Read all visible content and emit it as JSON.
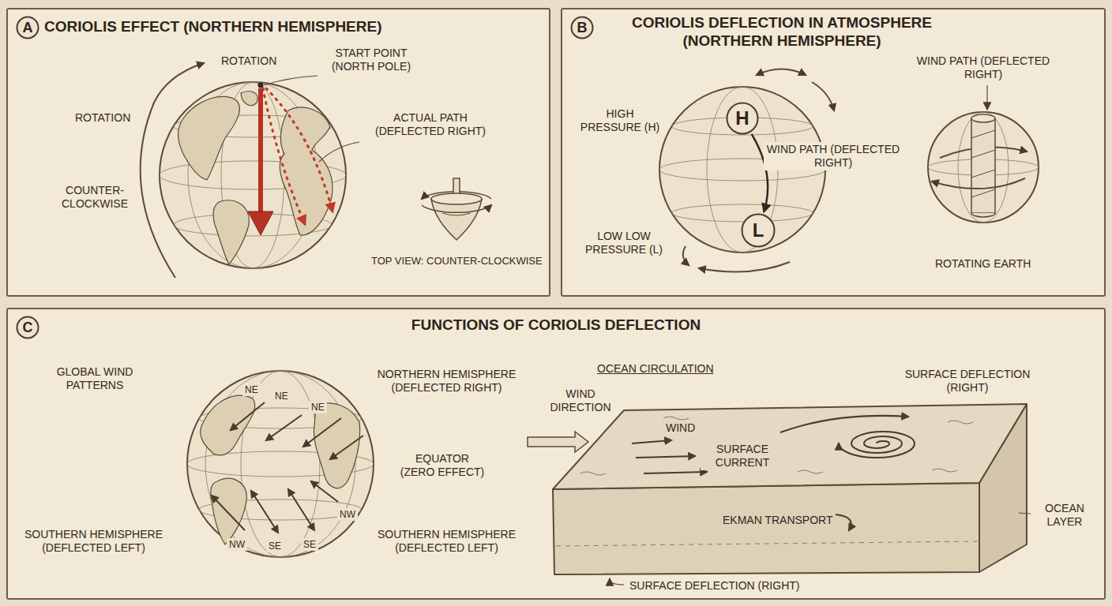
{
  "diagram": {
    "nodes": [
      {
        "text": [
          "CORIOLIS EFFECT (NORTHERN HEMISPHERE)"
        ]
      },
      {
        "text": [
          "A"
        ],
        "in": 0
      },
      {
        "text": [
          "CORIOLIS DEFLECTION IN ATMOSPHERE (NORTHERN HEMISPHERE)"
        ]
      },
      {
        "text": [
          "B"
        ],
        "in": 2
      },
      {
        "text": [
          "H"
        ],
        "in": 2
      },
      {
        "text": [
          "L"
        ],
        "in": 2
      },
      {
        "text": [
          "FUNCTIONS OF CORIOLIS DEFLECTION"
        ]
      },
      {
        "text": [
          "C"
        ],
        "in": 6
      }
    ],
    "edges": [
      {
        "from": 4,
        "to": 5,
        "arrow": "to"
      }
    ],
    "labels": [
      "ROTATION",
      "START POINT (NORTH POLE)",
      "ROTATION",
      "ACTUAL PATH (DEFLECTED RIGHT)",
      "COUNTER-CLOCKWISE",
      "TOP VIEW: COUNTER-CLOCKWISE",
      "HIGH PRESSURE (H)",
      "WIND PATH (DEFLECTED RIGHT)",
      "WIND PATH (DEFLECTED RIGHT)",
      "LOW LOW PRESSURE (L)",
      "ROTATING EARTH",
      "GLOBAL WIND PATTERNS",
      "NORTHERN HEMISPHERE (DEFLECTED RIGHT)",
      "NE",
      "NE",
      "NE",
      "EQUATOR (ZERO EFFECT)",
      "SOUTHERN HEMISPHERE (DEFLECTED LEFT)",
      "NW",
      "SE",
      "SE",
      "NW",
      "SOUTHERN HEMISPHERE (DEFLECTED LEFT)",
      "OCEAN CIRCULATION",
      "SURFACE DEFLECTION (RIGHT)",
      "WIND DIRECTION",
      "WIND",
      "SURFACE CURRENT",
      "EKMAN TRANSPORT",
      "OCEAN LAYER",
      "SURFACE DEFLECTION (RIGHT)"
    ]
  }
}
